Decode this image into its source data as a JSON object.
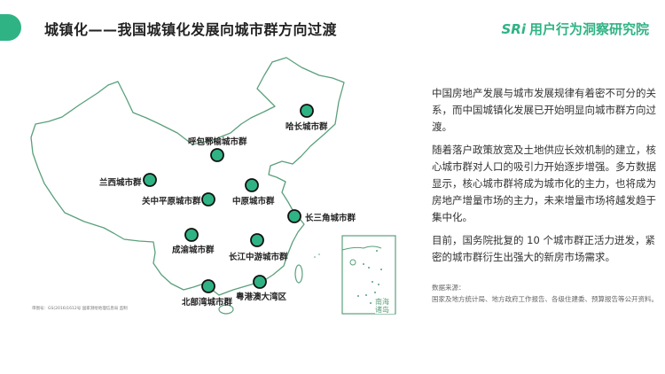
{
  "header": {
    "title": "城镇化——我国城镇化发展向城市群方向过渡",
    "brand_logo": "SRi",
    "brand_name": "用户行为洞察研究院"
  },
  "map": {
    "clusters": [
      {
        "name": "哈长城市群"
      },
      {
        "name": "呼包鄂榆城市群"
      },
      {
        "name": "兰西城市群"
      },
      {
        "name": "关中平原城市群"
      },
      {
        "name": "中原城市群"
      },
      {
        "name": "长三角城市群"
      },
      {
        "name": "成渝城市群"
      },
      {
        "name": "长江中游城市群"
      },
      {
        "name": "北部湾城市群"
      },
      {
        "name": "粤港澳大湾区"
      }
    ],
    "inset_label": "南海诸岛",
    "note": "审图号：GS(2016)1612号 国家测绘地理信息局 监制",
    "colors": {
      "dot": "#2fb384",
      "outline": "#5aa07c"
    }
  },
  "body": {
    "paragraphs": [
      "中国房地产发展与城市发展规律有着密不可分的关系，而中国城镇化发展已开始明显向城市群方向过渡。",
      "随着落户政策放宽及土地供应长效机制的建立，核心城市群对人口的吸引力开始逐步增强。多方数据显示，核心城市群将成为城市化的主力，也将成为房地产增量市场的主力，未来增量市场将越发趋于集中化。",
      "目前，国务院批复的 10 个城市群正活力迸发，紧密的城市群衍生出强大的新房市场需求。"
    ],
    "source_label": "数据来源：",
    "source_text": "国家及地方统计局、地方政府工作报告、各级住建委、预算报告等公开资料。"
  }
}
